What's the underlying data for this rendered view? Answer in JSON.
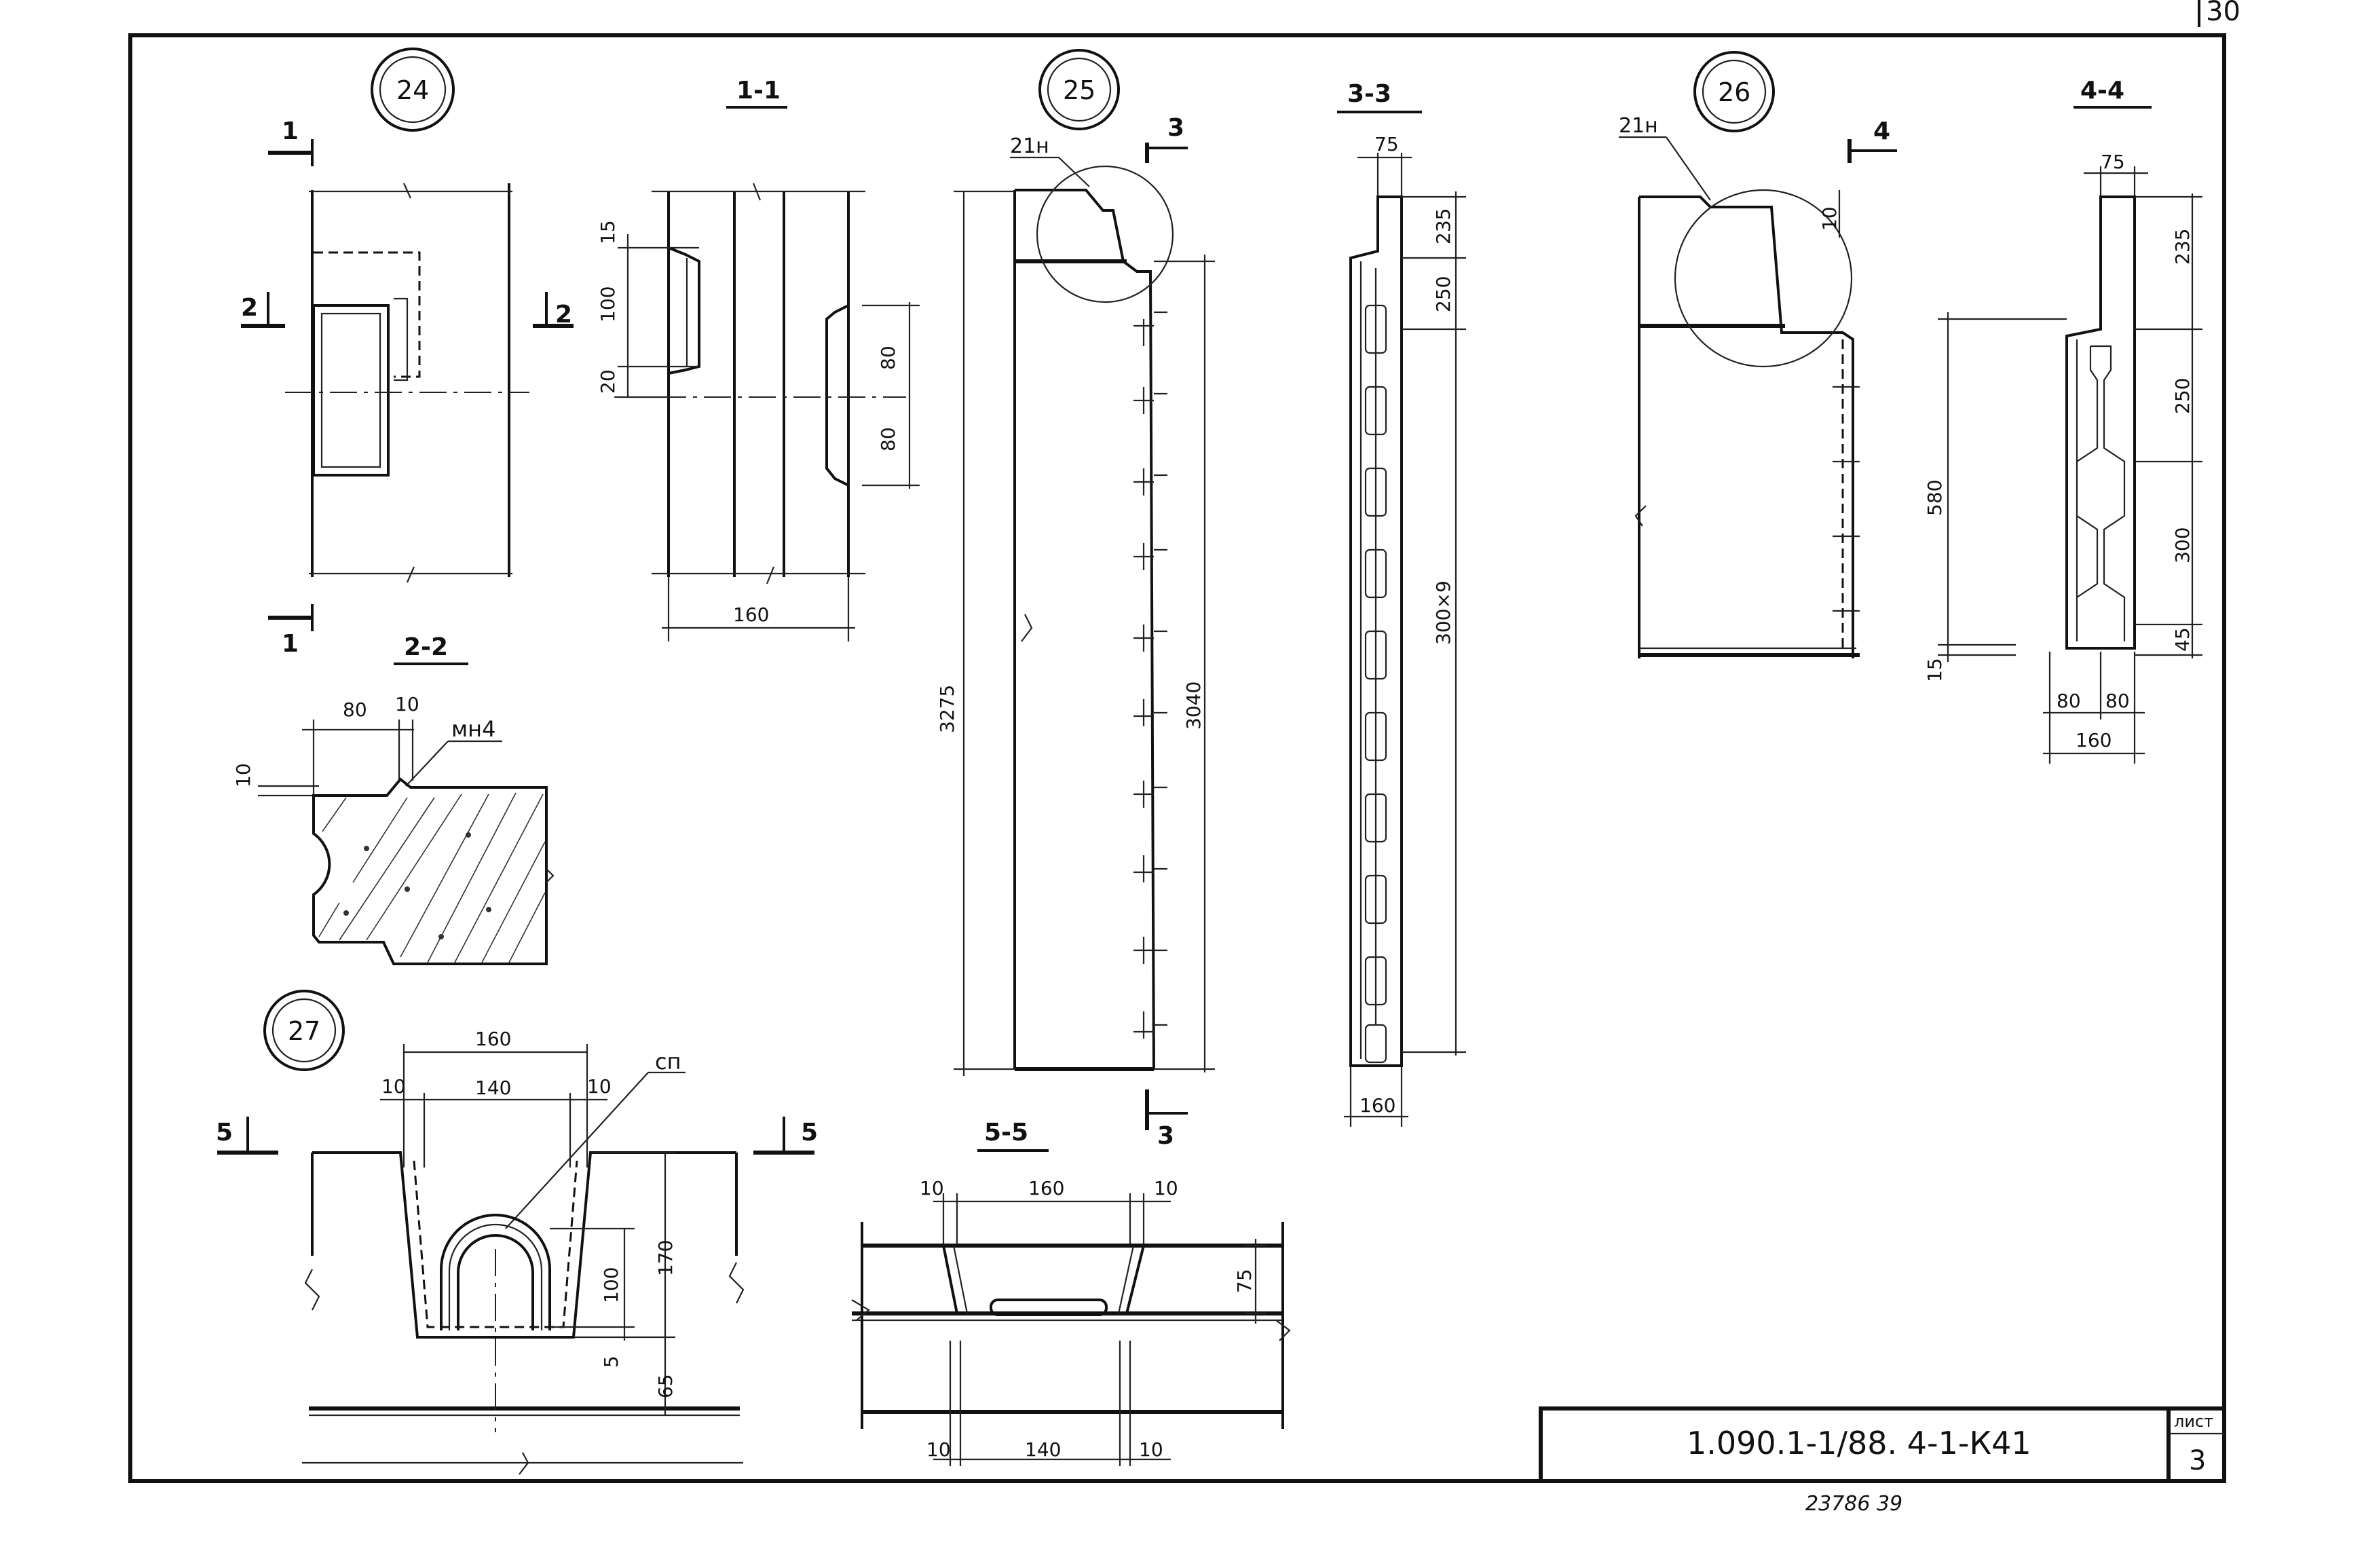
{
  "page_number": "30",
  "details": {
    "d24": {
      "marker": "24",
      "section_1": "1",
      "section_2": "2"
    },
    "s11": {
      "title": "1-1",
      "dims": {
        "d15": "15",
        "d100": "100",
        "d20": "20",
        "d80a": "80",
        "d80b": "80",
        "d160": "160"
      }
    },
    "s22": {
      "title": "2-2",
      "dims": {
        "d80": "80",
        "d10a": "10",
        "d10b": "10"
      },
      "weld": "мн4"
    },
    "d25": {
      "marker": "25",
      "label_21n": "21н",
      "section_3": "3",
      "dims": {
        "d3275": "3275",
        "d3040": "3040"
      }
    },
    "s33": {
      "title": "3-3",
      "dims": {
        "d75": "75",
        "d235": "235",
        "d250": "250",
        "d300x9": "300×9",
        "d160": "160"
      }
    },
    "d26": {
      "marker": "26",
      "label_21n": "21н",
      "section_4": "4",
      "dims": {
        "d10": "10"
      }
    },
    "s44": {
      "title": "4-4",
      "dims": {
        "d75": "75",
        "d235": "235",
        "d250": "250",
        "d580": "580",
        "d300": "300",
        "d45": "45",
        "d15": "15",
        "d80a": "80",
        "d80b": "80",
        "d160": "160"
      }
    },
    "d27": {
      "marker": "27",
      "section_5": "5",
      "label_sp": "сп",
      "dims": {
        "d160": "160",
        "d140": "140",
        "d10a": "10",
        "d10b": "10",
        "d170": "170",
        "d100": "100",
        "d5": "5",
        "d65": "65"
      }
    },
    "s55": {
      "title": "5-5",
      "dims": {
        "d10a": "10",
        "d160": "160",
        "d10b": "10",
        "d75": "75",
        "d10c": "10",
        "d140": "140",
        "d10d": "10"
      }
    }
  },
  "title_block": {
    "code": "1.090.1-1/88. 4-1-К41",
    "sheet_label": "лист",
    "sheet_number": "3"
  },
  "footer_note": "23786   39"
}
